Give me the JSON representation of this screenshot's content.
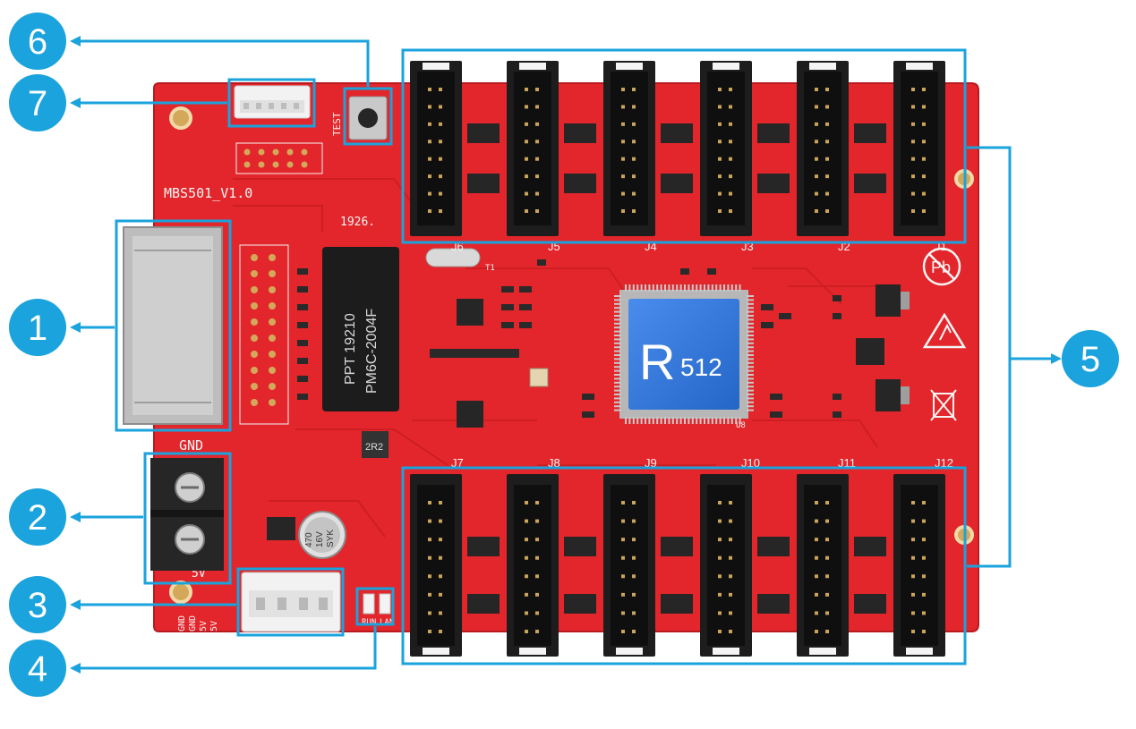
{
  "colors": {
    "pcb": "#e3262b",
    "pcb_dark": "#b81a1e",
    "callout": "#1aa3dc",
    "connector": "#1d1d1d",
    "chip_blue": "#2a78ea"
  },
  "board": {
    "model_label": "MBS501_V1.0",
    "date_code": "1926.",
    "test_label": "TEST",
    "gnd_label": "GND",
    "v5_label": "5V",
    "run_label": "RUN",
    "lan_label": "LAN",
    "power_pins": [
      "GND",
      "GND",
      "5V",
      "5V"
    ],
    "transformer_lines": [
      "PPT  19210",
      "PM6C-2004F"
    ],
    "capacitor_lines": [
      "470",
      "16V",
      "SYK"
    ],
    "chip_brand": "R",
    "chip_model": "512",
    "chip_u8": "U8",
    "crystal_label": "T1",
    "hub_connectors_top": [
      "J6",
      "J5",
      "J4",
      "J3",
      "J2",
      "J1"
    ],
    "hub_connectors_bottom": [
      "J7",
      "J8",
      "J9",
      "J10",
      "J11",
      "J12"
    ],
    "pb_icon": "lead-free-icon",
    "esd_icon": "esd-warning-icon",
    "weee_icon": "weee-bin-icon"
  },
  "callouts": [
    {
      "number": "1",
      "target": "rj45-ethernet-port"
    },
    {
      "number": "2",
      "target": "power-terminal"
    },
    {
      "number": "3",
      "target": "power-connector"
    },
    {
      "number": "4",
      "target": "status-leds"
    },
    {
      "number": "5",
      "target": "hub75-connectors"
    },
    {
      "number": "6",
      "target": "test-button"
    },
    {
      "number": "7",
      "target": "uart-connector"
    }
  ]
}
